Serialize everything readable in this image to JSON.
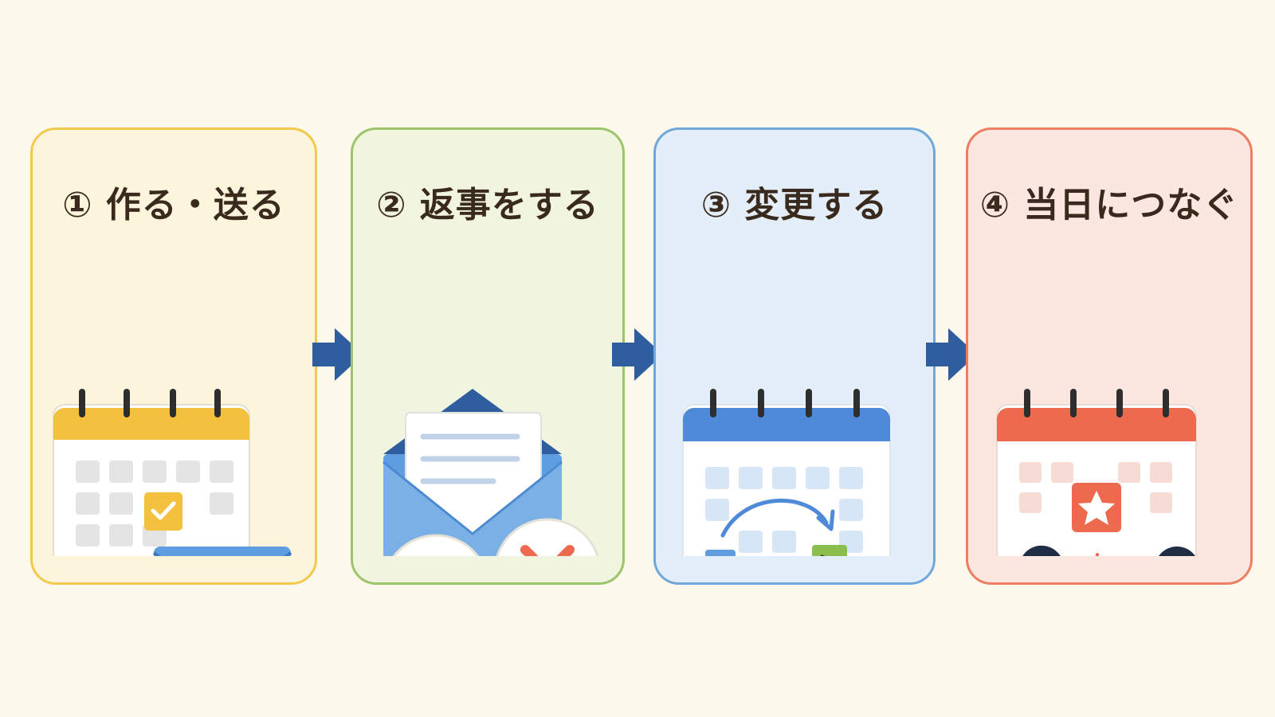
{
  "steps": [
    {
      "title": "① 作る・送る",
      "colors": {
        "border": "#F2C94C",
        "fill": "#FDF4DC"
      }
    },
    {
      "title": "② 返事をする",
      "colors": {
        "border": "#9CC46A",
        "fill": "#F1F5E0"
      }
    },
    {
      "title": "③ 変更する",
      "colors": {
        "border": "#6FA6DC",
        "fill": "#E4EEF8"
      }
    },
    {
      "title": "④ 当日につなぐ",
      "colors": {
        "border": "#EE7E61",
        "fill": "#FBE7DF"
      }
    }
  ],
  "arrow_color": "#2E5E9E",
  "icons": {
    "step1": [
      "calendar-icon",
      "checkbox-icon",
      "envelope-icon",
      "speed-lines-icon"
    ],
    "step2": [
      "open-envelope-icon",
      "letter-icon",
      "check-bubble-icon",
      "cross-bubble-icon"
    ],
    "step3": [
      "calendar-icon",
      "reschedule-arrow-icon",
      "pencil-icon"
    ],
    "step4": [
      "calendar-icon",
      "star-icon",
      "person-icon",
      "table-icon"
    ]
  }
}
